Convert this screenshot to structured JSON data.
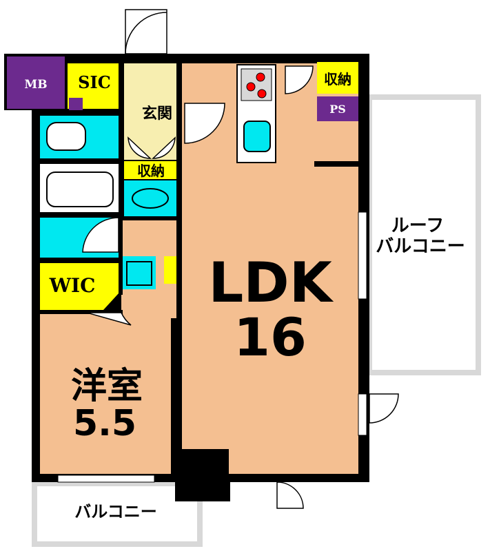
{
  "colors": {
    "wall": "#000000",
    "ldk": "#f4bf91",
    "entrance": "#f7eeb0",
    "yellow": "#ffff00",
    "purple": "#6c2a8e",
    "cyan": "#00e8f0",
    "grey": "#d8d8d8",
    "white": "#ffffff",
    "stove_red": "#ff0000"
  },
  "rooms": {
    "mb": "MB",
    "sic": "SIC",
    "genkan": "玄関",
    "storage_top": "収納",
    "ps": "PS",
    "storage_mid": "収納",
    "wic": "WIC",
    "ldk_name": "LDK",
    "ldk_size": "16",
    "western_name": "洋室",
    "western_size": "5.5",
    "roof_balcony_line1": "ルーフ",
    "roof_balcony_line2": "バルコニー",
    "balcony": "バルコニー"
  }
}
